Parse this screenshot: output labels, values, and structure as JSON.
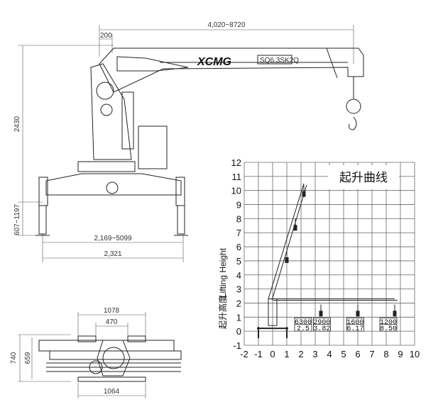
{
  "side_view": {
    "brand": "XCMG",
    "model": "SQ6.3SK2Q",
    "dims": {
      "total_length": "4,020~8720",
      "offset": "200",
      "height": "2430",
      "outrigger_height": "607~1197",
      "outrigger_span": "2,169~5099",
      "base_width": "2,321"
    }
  },
  "top_view": {
    "dims": {
      "top_width": "1078",
      "inner_width": "470",
      "depth": "740",
      "inner_depth": "659",
      "bottom_width": "1064"
    }
  },
  "chart_data": {
    "type": "line",
    "title": "起升曲线",
    "ylabel_en": "Lifting Height",
    "ylabel_cn": "起升高度",
    "xlim": [
      -2,
      10
    ],
    "ylim": [
      -1,
      12
    ],
    "x_ticks": [
      "-2",
      "-1",
      "0",
      "1",
      "2",
      "3",
      "4",
      "5",
      "6",
      "7",
      "8",
      "9",
      "10"
    ],
    "y_ticks": [
      "-1",
      "0",
      "1",
      "2",
      "3",
      "4",
      "5",
      "6",
      "7",
      "8",
      "9",
      "10",
      "11",
      "12"
    ],
    "grid": true,
    "boom_lines": [
      {
        "name": "raised-boom",
        "points": [
          [
            -0.3,
            2.3
          ],
          [
            2.2,
            10.5
          ]
        ]
      },
      {
        "name": "horizontal-boom",
        "points": [
          [
            -0.2,
            2.3
          ],
          [
            8.6,
            2.3
          ]
        ]
      }
    ],
    "hook_points": [
      [
        2.2,
        9.8
      ],
      [
        1.6,
        7.4
      ],
      [
        1.0,
        5.1
      ],
      [
        3.4,
        1.3
      ],
      [
        6.0,
        1.3
      ],
      [
        8.6,
        1.3
      ]
    ],
    "loads": [
      {
        "load": "6300",
        "radius": "2.5"
      },
      {
        "load": "2900",
        "radius": "3.82"
      },
      {
        "load": "1600",
        "radius": "6.17"
      },
      {
        "load": "1200",
        "radius": "8.50"
      }
    ]
  }
}
